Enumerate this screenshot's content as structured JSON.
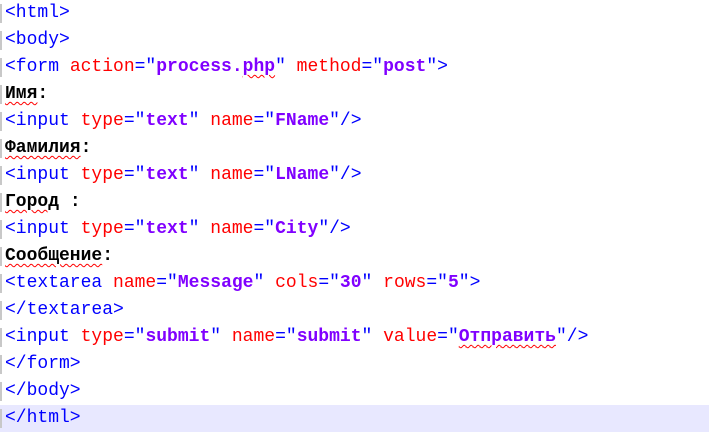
{
  "editor": {
    "current_line": 15,
    "colors": {
      "tag": "#0000ff",
      "attribute": "#ff0000",
      "value": "#8000ff",
      "text": "#000000",
      "current_line_bg": "#e8e8ff",
      "spell_underline": "#ff0000"
    },
    "lines": [
      {
        "tokens": [
          {
            "t": "tag",
            "v": "<html>"
          }
        ]
      },
      {
        "tokens": [
          {
            "t": "tag",
            "v": "<body>"
          }
        ]
      },
      {
        "tokens": [
          {
            "t": "tag",
            "v": "<form "
          },
          {
            "t": "attr",
            "v": "action"
          },
          {
            "t": "tag",
            "v": "=\""
          },
          {
            "t": "val",
            "v": "process."
          },
          {
            "t": "val",
            "v": "php",
            "spell": true
          },
          {
            "t": "tag",
            "v": "\" "
          },
          {
            "t": "attr",
            "v": "method"
          },
          {
            "t": "tag",
            "v": "=\""
          },
          {
            "t": "val",
            "v": "post"
          },
          {
            "t": "tag",
            "v": "\">"
          }
        ]
      },
      {
        "tokens": [
          {
            "t": "plain",
            "v": "Имя",
            "spell": true
          },
          {
            "t": "plain",
            "v": ":"
          }
        ]
      },
      {
        "tokens": [
          {
            "t": "tag",
            "v": "<input "
          },
          {
            "t": "attr",
            "v": "type"
          },
          {
            "t": "tag",
            "v": "=\""
          },
          {
            "t": "val",
            "v": "text"
          },
          {
            "t": "tag",
            "v": "\" "
          },
          {
            "t": "attr",
            "v": "name"
          },
          {
            "t": "tag",
            "v": "=\""
          },
          {
            "t": "val",
            "v": "FName"
          },
          {
            "t": "tag",
            "v": "\"/>"
          }
        ]
      },
      {
        "tokens": [
          {
            "t": "plain",
            "v": "Фамилия",
            "spell": true
          },
          {
            "t": "plain",
            "v": ":"
          }
        ]
      },
      {
        "tokens": [
          {
            "t": "tag",
            "v": "<input "
          },
          {
            "t": "attr",
            "v": "type"
          },
          {
            "t": "tag",
            "v": "=\""
          },
          {
            "t": "val",
            "v": "text"
          },
          {
            "t": "tag",
            "v": "\" "
          },
          {
            "t": "attr",
            "v": "name"
          },
          {
            "t": "tag",
            "v": "=\""
          },
          {
            "t": "val",
            "v": "LName"
          },
          {
            "t": "tag",
            "v": "\"/>"
          }
        ]
      },
      {
        "tokens": [
          {
            "t": "plain",
            "v": "Город",
            "spell": true
          },
          {
            "t": "plain",
            "v": " :"
          }
        ]
      },
      {
        "tokens": [
          {
            "t": "tag",
            "v": "<input "
          },
          {
            "t": "attr",
            "v": "type"
          },
          {
            "t": "tag",
            "v": "=\""
          },
          {
            "t": "val",
            "v": "text"
          },
          {
            "t": "tag",
            "v": "\" "
          },
          {
            "t": "attr",
            "v": "name"
          },
          {
            "t": "tag",
            "v": "=\""
          },
          {
            "t": "val",
            "v": "City"
          },
          {
            "t": "tag",
            "v": "\"/>"
          }
        ]
      },
      {
        "tokens": [
          {
            "t": "plain",
            "v": "Сообщение",
            "spell": true
          },
          {
            "t": "plain",
            "v": ":"
          }
        ]
      },
      {
        "tokens": [
          {
            "t": "tag",
            "v": "<textarea "
          },
          {
            "t": "attr",
            "v": "name"
          },
          {
            "t": "tag",
            "v": "=\""
          },
          {
            "t": "val",
            "v": "Message"
          },
          {
            "t": "tag",
            "v": "\" "
          },
          {
            "t": "attr",
            "v": "cols"
          },
          {
            "t": "tag",
            "v": "=\""
          },
          {
            "t": "val",
            "v": "30"
          },
          {
            "t": "tag",
            "v": "\" "
          },
          {
            "t": "attr",
            "v": "rows"
          },
          {
            "t": "tag",
            "v": "=\""
          },
          {
            "t": "val",
            "v": "5"
          },
          {
            "t": "tag",
            "v": "\">"
          }
        ]
      },
      {
        "tokens": [
          {
            "t": "tag",
            "v": "</textarea>"
          }
        ]
      },
      {
        "tokens": [
          {
            "t": "tag",
            "v": "<input "
          },
          {
            "t": "attr",
            "v": "type"
          },
          {
            "t": "tag",
            "v": "=\""
          },
          {
            "t": "val",
            "v": "submit"
          },
          {
            "t": "tag",
            "v": "\" "
          },
          {
            "t": "attr",
            "v": "name"
          },
          {
            "t": "tag",
            "v": "=\""
          },
          {
            "t": "val",
            "v": "submit"
          },
          {
            "t": "tag",
            "v": "\" "
          },
          {
            "t": "attr",
            "v": "value"
          },
          {
            "t": "tag",
            "v": "=\""
          },
          {
            "t": "val",
            "v": "Отправить",
            "spell": true
          },
          {
            "t": "tag",
            "v": "\"/>"
          }
        ]
      },
      {
        "tokens": [
          {
            "t": "tag",
            "v": "</form>"
          }
        ]
      },
      {
        "tokens": [
          {
            "t": "tag",
            "v": "</body>"
          }
        ]
      },
      {
        "tokens": [
          {
            "t": "tag",
            "v": "</html>"
          }
        ]
      }
    ]
  }
}
